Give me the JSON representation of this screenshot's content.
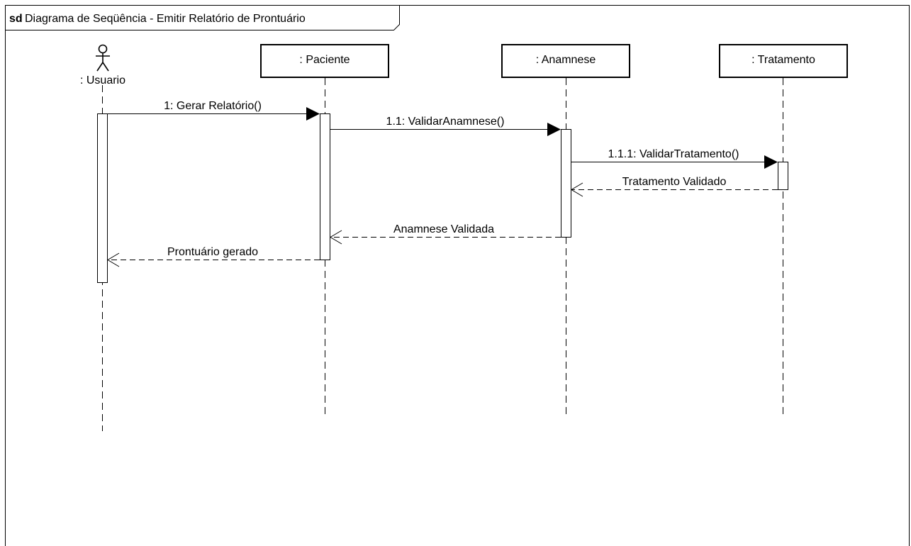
{
  "frame": {
    "keyword": "sd",
    "title": "Diagrama de Seqüência - Emitir Relatório de Prontuário"
  },
  "participants": [
    {
      "id": "usuario",
      "kind": "actor",
      "label": ": Usuario"
    },
    {
      "id": "paciente",
      "kind": "object",
      "label": ": Paciente"
    },
    {
      "id": "anamnese",
      "kind": "object",
      "label": ": Anamnese"
    },
    {
      "id": "tratamento",
      "kind": "object",
      "label": ": Tratamento"
    }
  ],
  "messages": [
    {
      "id": "m1",
      "type": "sync",
      "from": "usuario",
      "to": "paciente",
      "label": "1: Gerar Relatório()"
    },
    {
      "id": "m2",
      "type": "sync",
      "from": "paciente",
      "to": "anamnese",
      "label": "1.1: ValidarAnamnese()"
    },
    {
      "id": "m3",
      "type": "sync",
      "from": "anamnese",
      "to": "tratamento",
      "label": "1.1.1: ValidarTratamento()"
    },
    {
      "id": "m4",
      "type": "return",
      "from": "tratamento",
      "to": "anamnese",
      "label": "Tratamento Validado"
    },
    {
      "id": "m5",
      "type": "return",
      "from": "anamnese",
      "to": "paciente",
      "label": "Anamnese Validada"
    },
    {
      "id": "m6",
      "type": "return",
      "from": "paciente",
      "to": "usuario",
      "label": "Prontuário gerado"
    }
  ]
}
